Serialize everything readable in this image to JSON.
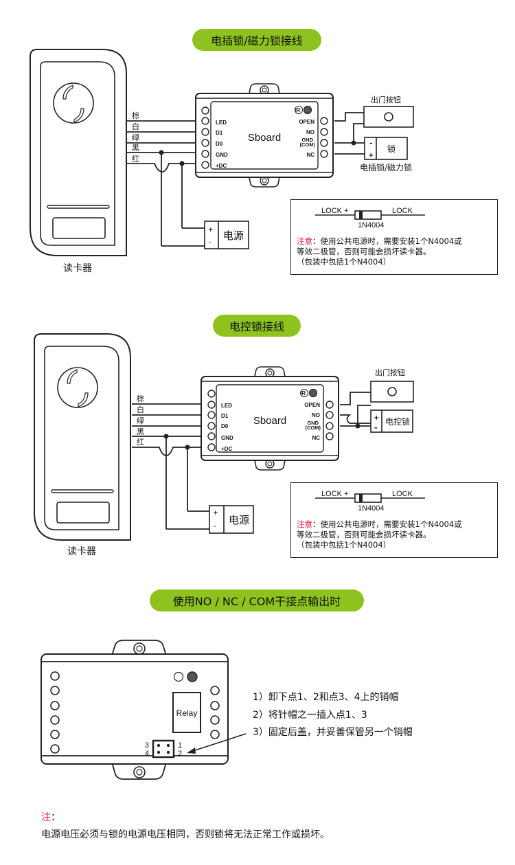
{
  "sections": [
    {
      "title": "电插锁/磁力锁接线",
      "reader_label": "读卡器",
      "wire_colors": [
        "棕",
        "白",
        "绿",
        "黑",
        "红"
      ],
      "board": {
        "name": "Sboard",
        "ir_label": "IR",
        "left_pins": [
          "LED",
          "D1",
          "D0",
          "GND",
          "+DC"
        ],
        "right_pins": [
          "OPEN",
          "NO",
          "GND\n(COM)",
          "NC"
        ],
        "right_pin_gnd_top": "GND",
        "right_pin_gnd_bottom": "(COM)"
      },
      "exit_button_label": "出门按钮",
      "lock_box": {
        "label": "锁",
        "minus": "-",
        "plus": "+"
      },
      "lock_caption": "电插锁/磁力锁",
      "power_box": {
        "label": "电源",
        "plus": "+",
        "minus": "-"
      },
      "note": {
        "diode_left": "LOCK +",
        "diode_right": "LOCK",
        "diode_part": "1N4004",
        "prefix": "注意",
        "line1": "：使用公共电源时，需要安装1个N4004或",
        "line2": "等效二极管，否则可能会损坏读卡器。",
        "line3": "（包装中包括1个N4004）"
      }
    },
    {
      "title": "电控锁接线",
      "reader_label": "读卡器",
      "wire_colors": [
        "棕",
        "白",
        "绿",
        "黑",
        "红"
      ],
      "board": {
        "name": "Sboard",
        "ir_label": "IR",
        "left_pins": [
          "LED",
          "D1",
          "D0",
          "GND",
          "+DC"
        ],
        "right_pins": [
          "OPEN",
          "NO",
          "GND\n(COM)",
          "NC"
        ],
        "right_pin_gnd_top": "GND",
        "right_pin_gnd_bottom": "(COM)"
      },
      "exit_button_label": "出门按钮",
      "lock_box": {
        "label": "电控锁",
        "plus": "+",
        "minus": "-"
      },
      "power_box": {
        "label": "电源",
        "plus": "+",
        "minus": "-"
      },
      "note": {
        "diode_left": "LOCK +",
        "diode_right": "LOCK",
        "diode_part": "1N4004",
        "prefix": "注意",
        "line1": "：使用公共电源时，需要安装1个N4004或",
        "line2": "等效二极管，否则可能会损坏读卡器。",
        "line3": "（包装中包括1个N4004）"
      }
    },
    {
      "title": "使用NO / NC / COM干接点输出时",
      "relay_label": "Relay",
      "jumper_labels": {
        "p1": "1",
        "p2": "2",
        "p3": "3",
        "p4": "4"
      },
      "steps": [
        "1）卸下点1、2和点3、4上的销帽",
        "2）将针帽之一插入点1、3",
        "3）固定后盖，并妥善保管另一个销帽"
      ]
    }
  ],
  "footer": {
    "note_label": "注",
    "note_colon": "：",
    "note_text": "电源电压必须与锁的电源电压相同，否则锁将无法正常工作或损坏。"
  },
  "colors": {
    "accent_green": "#8dc21f",
    "note_red": "#e8203a"
  }
}
